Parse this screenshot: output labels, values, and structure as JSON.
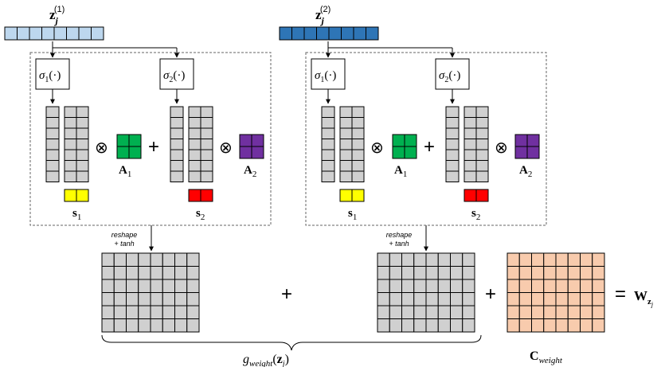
{
  "colors": {
    "light_blue": "#bdd7ee",
    "dark_blue": "#2e75b6",
    "gray": "#d0d0d0",
    "green": "#00b050",
    "purple": "#7030a0",
    "yellow": "#ffff00",
    "red": "#ff0000",
    "peach": "#f8cbad"
  },
  "inputs": [
    {
      "symbol": "z",
      "sub": "j",
      "sup": "(1)"
    },
    {
      "symbol": "z",
      "sub": "j",
      "sup": "(2)"
    }
  ],
  "blocks": [
    {
      "sigma1": {
        "sym": "σ",
        "sub": "1",
        "arg": "(·)"
      },
      "sigma2": {
        "sym": "σ",
        "sub": "2",
        "arg": "(·)"
      },
      "otimes": "⊗",
      "plus": "+",
      "A1": {
        "sym": "A",
        "sub": "1"
      },
      "A2": {
        "sym": "A",
        "sub": "2"
      },
      "s1": {
        "sym": "s",
        "sub": "1"
      },
      "s2": {
        "sym": "s",
        "sub": "2"
      }
    },
    {
      "sigma1": {
        "sym": "σ",
        "sub": "1",
        "arg": "(·)"
      },
      "sigma2": {
        "sym": "σ",
        "sub": "2",
        "arg": "(·)"
      },
      "otimes": "⊗",
      "plus": "+",
      "A1": {
        "sym": "A",
        "sub": "1"
      },
      "A2": {
        "sym": "A",
        "sub": "2"
      },
      "s1": {
        "sym": "s",
        "sub": "1"
      },
      "s2": {
        "sym": "s",
        "sub": "2"
      }
    }
  ],
  "reshape_label": [
    "reshape",
    "+ tanh"
  ],
  "operators": {
    "plus1": "+",
    "plus2": "+",
    "equals": "="
  },
  "g_label": {
    "sym": "g",
    "sub": "weight",
    "arg_open": "(",
    "arg_sym": "z",
    "arg_sub": "j",
    "arg_close": ")"
  },
  "c_label": {
    "sym": "C",
    "sub": "weight"
  },
  "w_label": {
    "sym": "W",
    "sub": "z",
    "subsub": "j"
  }
}
